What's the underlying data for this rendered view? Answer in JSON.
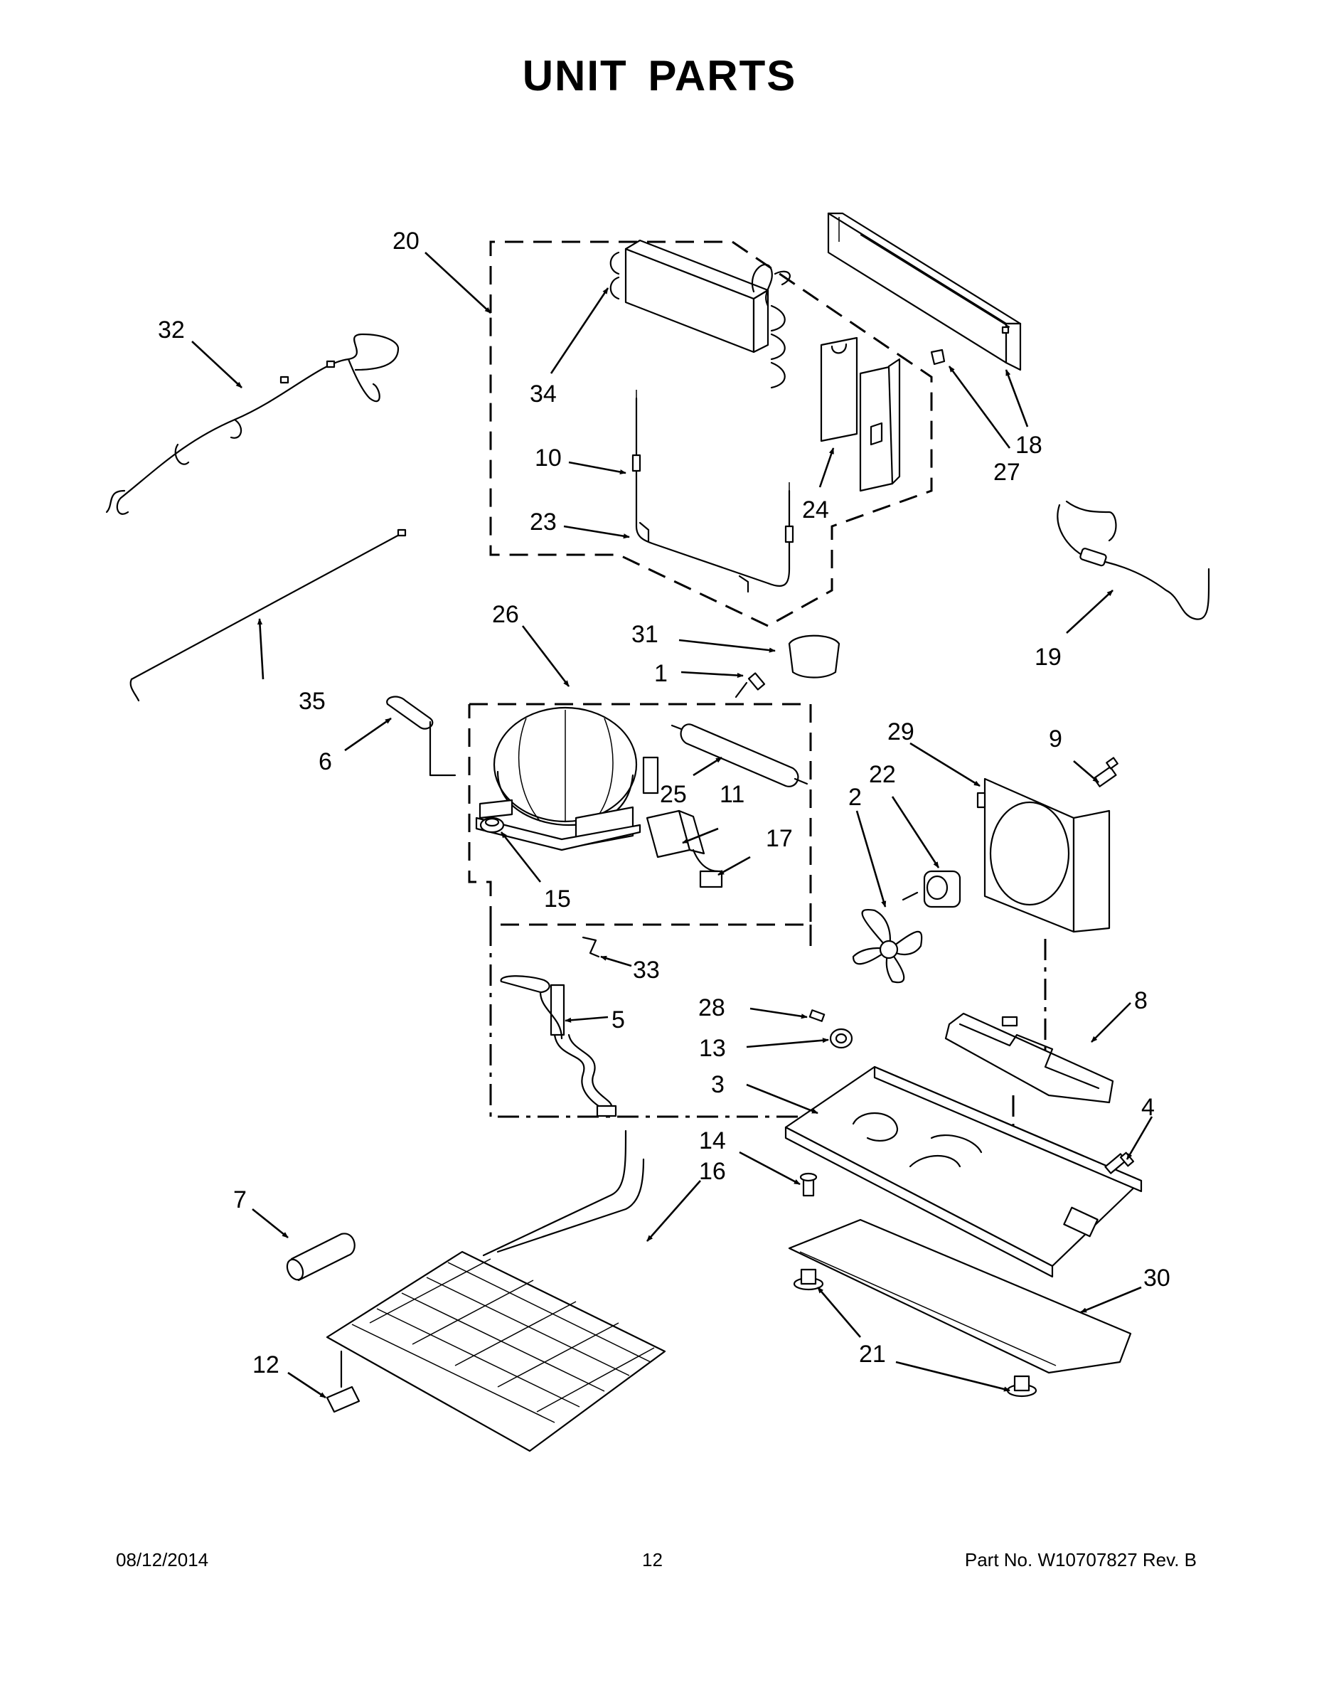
{
  "title": "UNIT  PARTS",
  "footer": {
    "date": "08/12/2014",
    "page_number": "12",
    "part_number": "Part No.  W10707827  Rev.  B"
  },
  "callouts": {
    "c1": "1",
    "c2": "2",
    "c3": "3",
    "c4": "4",
    "c5": "5",
    "c6": "6",
    "c7": "7",
    "c8": "8",
    "c9": "9",
    "c10": "10",
    "c11": "11",
    "c12": "12",
    "c13": "13",
    "c14": "14",
    "c15": "15",
    "c16": "16",
    "c17": "17",
    "c18": "18",
    "c19": "19",
    "c20": "20",
    "c21": "21",
    "c22": "22",
    "c23": "23",
    "c24": "24",
    "c25": "25",
    "c26": "26",
    "c27": "27",
    "c28": "28",
    "c29": "29",
    "c30": "30",
    "c31": "31",
    "c32": "32",
    "c33": "33",
    "c34": "34",
    "c35": "35"
  }
}
